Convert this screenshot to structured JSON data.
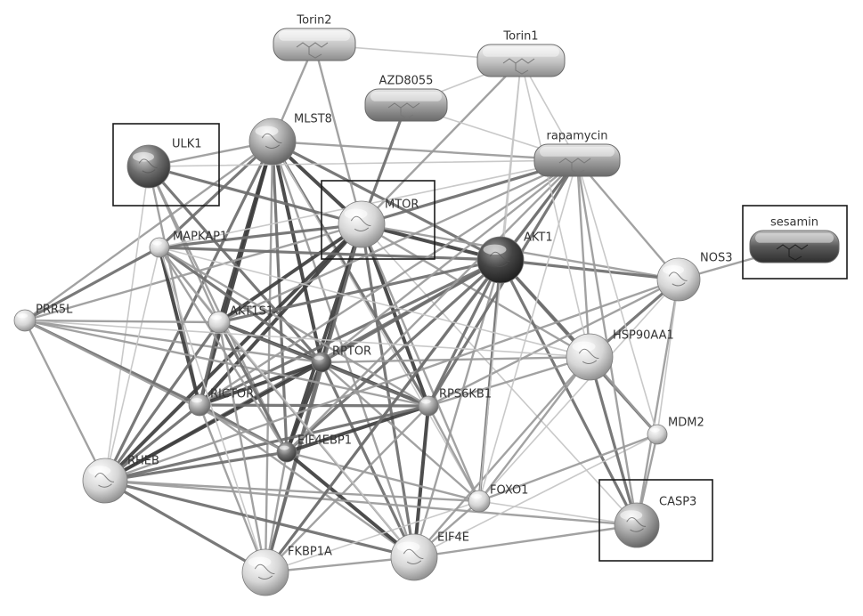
{
  "network": {
    "protein_nodes": [
      {
        "id": "MLST8",
        "label": "MLST8",
        "shade": "mid"
      },
      {
        "id": "ULK1",
        "label": "ULK1",
        "shade": "dark",
        "highlighted": true
      },
      {
        "id": "MAPKAP1",
        "label": "MAPKAP1",
        "shade": "light"
      },
      {
        "id": "MTOR",
        "label": "MTOR",
        "shade": "light",
        "highlighted": true
      },
      {
        "id": "AKT1",
        "label": "AKT1",
        "shade": "darkest"
      },
      {
        "id": "NOS3",
        "label": "NOS3",
        "shade": "light"
      },
      {
        "id": "PRR5L",
        "label": "PRR5L",
        "shade": "light"
      },
      {
        "id": "AKT1S1",
        "label": "AKT1S1",
        "shade": "light"
      },
      {
        "id": "RPTOR",
        "label": "RPTOR",
        "shade": "dark"
      },
      {
        "id": "HSP90AA1",
        "label": "HSP90AA1",
        "shade": "light"
      },
      {
        "id": "RICTOR",
        "label": "RICTOR",
        "shade": "mid"
      },
      {
        "id": "RPS6KB1",
        "label": "RPS6KB1",
        "shade": "mid"
      },
      {
        "id": "MDM2",
        "label": "MDM2",
        "shade": "light"
      },
      {
        "id": "EIF4EBP1",
        "label": "EIF4EBP1",
        "shade": "dark"
      },
      {
        "id": "RHEB",
        "label": "RHEB",
        "shade": "light"
      },
      {
        "id": "FOXO1",
        "label": "FOXO1",
        "shade": "light"
      },
      {
        "id": "CASP3",
        "label": "CASP3",
        "shade": "mid",
        "highlighted": true
      },
      {
        "id": "EIF4E",
        "label": "EIF4E",
        "shade": "light"
      },
      {
        "id": "FKBP1A",
        "label": "FKBP1A",
        "shade": "light"
      }
    ],
    "compound_nodes": [
      {
        "id": "Torin2",
        "label": "Torin2",
        "shade": "light"
      },
      {
        "id": "Torin1",
        "label": "Torin1",
        "shade": "light"
      },
      {
        "id": "AZD8055",
        "label": "AZD8055",
        "shade": "mid"
      },
      {
        "id": "rapamycin",
        "label": "rapamycin",
        "shade": "mid"
      },
      {
        "id": "sesamin",
        "label": "sesamin",
        "shade": "dark",
        "highlighted": true
      }
    ],
    "edges": [
      [
        "MLST8",
        "MTOR",
        4
      ],
      [
        "MLST8",
        "RPTOR",
        4
      ],
      [
        "MLST8",
        "RICTOR",
        4
      ],
      [
        "MLST8",
        "AKT1S1",
        4
      ],
      [
        "MLST8",
        "MAPKAP1",
        3
      ],
      [
        "MLST8",
        "PRR5L",
        2
      ],
      [
        "MLST8",
        "EIF4EBP1",
        3
      ],
      [
        "MLST8",
        "RPS6KB1",
        3
      ],
      [
        "MLST8",
        "AKT1",
        3
      ],
      [
        "MLST8",
        "ULK1",
        2
      ],
      [
        "MLST8",
        "RHEB",
        3
      ],
      [
        "MLST8",
        "FKBP1A",
        2
      ],
      [
        "MLST8",
        "EIF4E",
        2
      ],
      [
        "MLST8",
        "Torin2",
        2
      ],
      [
        "MLST8",
        "rapamycin",
        2
      ],
      [
        "MLST8",
        "FOXO1",
        1
      ],
      [
        "ULK1",
        "MTOR",
        3
      ],
      [
        "ULK1",
        "RPTOR",
        3
      ],
      [
        "ULK1",
        "AKT1S1",
        2
      ],
      [
        "ULK1",
        "RICTOR",
        2
      ],
      [
        "ULK1",
        "RHEB",
        1
      ],
      [
        "ULK1",
        "rapamycin",
        1
      ],
      [
        "ULK1",
        "EIF4EBP1",
        2
      ],
      [
        "MTOR",
        "MAPKAP1",
        3
      ],
      [
        "MTOR",
        "PRR5L",
        2
      ],
      [
        "MTOR",
        "AKT1S1",
        4
      ],
      [
        "MTOR",
        "RPTOR",
        4
      ],
      [
        "MTOR",
        "RICTOR",
        4
      ],
      [
        "MTOR",
        "RPS6KB1",
        4
      ],
      [
        "MTOR",
        "EIF4EBP1",
        4
      ],
      [
        "MTOR",
        "RHEB",
        4
      ],
      [
        "MTOR",
        "FKBP1A",
        3
      ],
      [
        "MTOR",
        "EIF4E",
        3
      ],
      [
        "MTOR",
        "AKT1",
        4
      ],
      [
        "MTOR",
        "NOS3",
        2
      ],
      [
        "MTOR",
        "HSP90AA1",
        2
      ],
      [
        "MTOR",
        "FOXO1",
        2
      ],
      [
        "MTOR",
        "Torin2",
        2
      ],
      [
        "MTOR",
        "Torin1",
        2
      ],
      [
        "MTOR",
        "AZD8055",
        3
      ],
      [
        "MTOR",
        "rapamycin",
        3
      ],
      [
        "MTOR",
        "CASP3",
        1
      ],
      [
        "AKT1",
        "MAPKAP1",
        3
      ],
      [
        "AKT1",
        "AKT1S1",
        3
      ],
      [
        "AKT1",
        "RPTOR",
        3
      ],
      [
        "AKT1",
        "RICTOR",
        3
      ],
      [
        "AKT1",
        "RPS6KB1",
        3
      ],
      [
        "AKT1",
        "EIF4EBP1",
        3
      ],
      [
        "AKT1",
        "NOS3",
        3
      ],
      [
        "AKT1",
        "HSP90AA1",
        3
      ],
      [
        "AKT1",
        "MDM2",
        3
      ],
      [
        "AKT1",
        "FOXO1",
        3
      ],
      [
        "AKT1",
        "CASP3",
        3
      ],
      [
        "AKT1",
        "RHEB",
        3
      ],
      [
        "AKT1",
        "EIF4E",
        2
      ],
      [
        "AKT1",
        "FKBP1A",
        2
      ],
      [
        "AKT1",
        "rapamycin",
        2
      ],
      [
        "AKT1",
        "Torin1",
        1
      ],
      [
        "RPTOR",
        "RICTOR",
        4
      ],
      [
        "RPTOR",
        "AKT1S1",
        4
      ],
      [
        "RPTOR",
        "MAPKAP1",
        3
      ],
      [
        "RPTOR",
        "RPS6KB1",
        4
      ],
      [
        "RPTOR",
        "EIF4EBP1",
        4
      ],
      [
        "RPTOR",
        "RHEB",
        4
      ],
      [
        "RPTOR",
        "FKBP1A",
        3
      ],
      [
        "RPTOR",
        "EIF4E",
        3
      ],
      [
        "RPTOR",
        "PRR5L",
        2
      ],
      [
        "RPTOR",
        "HSP90AA1",
        2
      ],
      [
        "RPTOR",
        "rapamycin",
        2
      ],
      [
        "RPTOR",
        "FOXO1",
        2
      ],
      [
        "RICTOR",
        "MAPKAP1",
        4
      ],
      [
        "RICTOR",
        "PRR5L",
        3
      ],
      [
        "RICTOR",
        "AKT1S1",
        3
      ],
      [
        "RICTOR",
        "RPS6KB1",
        3
      ],
      [
        "RICTOR",
        "EIF4EBP1",
        3
      ],
      [
        "RICTOR",
        "RHEB",
        3
      ],
      [
        "RICTOR",
        "FKBP1A",
        2
      ],
      [
        "RICTOR",
        "EIF4E",
        2
      ],
      [
        "RICTOR",
        "rapamycin",
        2
      ],
      [
        "RPS6KB1",
        "EIF4EBP1",
        4
      ],
      [
        "RPS6KB1",
        "EIF4E",
        4
      ],
      [
        "RPS6KB1",
        "RHEB",
        3
      ],
      [
        "RPS6KB1",
        "AKT1S1",
        3
      ],
      [
        "RPS6KB1",
        "MAPKAP1",
        2
      ],
      [
        "RPS6KB1",
        "FKBP1A",
        2
      ],
      [
        "RPS6KB1",
        "rapamycin",
        3
      ],
      [
        "RPS6KB1",
        "NOS3",
        2
      ],
      [
        "RPS6KB1",
        "HSP90AA1",
        2
      ],
      [
        "RPS6KB1",
        "FOXO1",
        2
      ],
      [
        "RPS6KB1",
        "PRR5L",
        2
      ],
      [
        "EIF4EBP1",
        "EIF4E",
        4
      ],
      [
        "EIF4EBP1",
        "RHEB",
        3
      ],
      [
        "EIF4EBP1",
        "AKT1S1",
        3
      ],
      [
        "EIF4EBP1",
        "FKBP1A",
        2
      ],
      [
        "EIF4EBP1",
        "rapamycin",
        2
      ],
      [
        "EIF4EBP1",
        "PRR5L",
        2
      ],
      [
        "EIF4EBP1",
        "MAPKAP1",
        2
      ],
      [
        "EIF4EBP1",
        "FOXO1",
        2
      ],
      [
        "RHEB",
        "AKT1S1",
        3
      ],
      [
        "RHEB",
        "FKBP1A",
        3
      ],
      [
        "RHEB",
        "EIF4E",
        3
      ],
      [
        "RHEB",
        "PRR5L",
        2
      ],
      [
        "RHEB",
        "MAPKAP1",
        1
      ],
      [
        "RHEB",
        "FOXO1",
        2
      ],
      [
        "RHEB",
        "CASP3",
        2
      ],
      [
        "RHEB",
        "NOS3",
        2
      ],
      [
        "FKBP1A",
        "rapamycin",
        3
      ],
      [
        "FKBP1A",
        "EIF4E",
        2
      ],
      [
        "FKBP1A",
        "AKT1S1",
        2
      ],
      [
        "FKBP1A",
        "MAPKAP1",
        1
      ],
      [
        "FKBP1A",
        "FOXO1",
        1
      ],
      [
        "EIF4E",
        "FOXO1",
        2
      ],
      [
        "EIF4E",
        "CASP3",
        2
      ],
      [
        "EIF4E",
        "HSP90AA1",
        2
      ],
      [
        "EIF4E",
        "AKT1S1",
        2
      ],
      [
        "EIF4E",
        "MAPKAP1",
        1
      ],
      [
        "EIF4E",
        "MDM2",
        1
      ],
      [
        "AKT1S1",
        "MAPKAP1",
        2
      ],
      [
        "AKT1S1",
        "PRR5L",
        2
      ],
      [
        "AKT1S1",
        "rapamycin",
        2
      ],
      [
        "MAPKAP1",
        "PRR5L",
        3
      ],
      [
        "MAPKAP1",
        "rapamycin",
        1
      ],
      [
        "PRR5L",
        "HSP90AA1",
        1
      ],
      [
        "NOS3",
        "HSP90AA1",
        3
      ],
      [
        "NOS3",
        "sesamin",
        2
      ],
      [
        "NOS3",
        "CASP3",
        2
      ],
      [
        "NOS3",
        "MDM2",
        1
      ],
      [
        "NOS3",
        "rapamycin",
        2
      ],
      [
        "NOS3",
        "FOXO1",
        1
      ],
      [
        "HSP90AA1",
        "CASP3",
        3
      ],
      [
        "HSP90AA1",
        "MDM2",
        2
      ],
      [
        "HSP90AA1",
        "FOXO1",
        2
      ],
      [
        "HSP90AA1",
        "rapamycin",
        2
      ],
      [
        "HSP90AA1",
        "Torin1",
        1
      ],
      [
        "HSP90AA1",
        "MAPKAP1",
        1
      ],
      [
        "MDM2",
        "CASP3",
        2
      ],
      [
        "MDM2",
        "FOXO1",
        2
      ],
      [
        "MDM2",
        "rapamycin",
        1
      ],
      [
        "FOXO1",
        "CASP3",
        1
      ],
      [
        "FOXO1",
        "rapamycin",
        1
      ],
      [
        "FOXO1",
        "Torin1",
        1
      ],
      [
        "CASP3",
        "rapamycin",
        2
      ],
      [
        "Torin2",
        "Torin1",
        1
      ],
      [
        "Torin1",
        "AZD8055",
        1
      ],
      [
        "Torin1",
        "rapamycin",
        1
      ],
      [
        "AZD8055",
        "rapamycin",
        1
      ]
    ]
  }
}
